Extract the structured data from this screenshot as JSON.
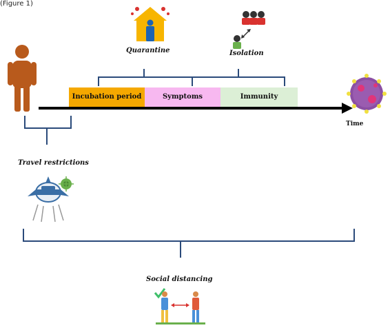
{
  "top_clip": "(Figure 1)",
  "labels": {
    "quarantine": "Quarantine",
    "isolation": "Isolation",
    "time": "Time",
    "travel_restrictions": "Travel restrictions",
    "social_distancing": "Social distancing"
  },
  "phases": [
    {
      "label": "Incubation period",
      "color": "#f5a800"
    },
    {
      "label": "Symptoms",
      "color": "#f7b8f0"
    },
    {
      "label": "Immunity",
      "color": "#dcefd6"
    }
  ],
  "colors": {
    "person": "#b85a1c",
    "house": "#f7b500",
    "house_person": "#1b63b3",
    "bracket": "#2a4a7a",
    "axis": "#000000",
    "virus": "#8b4fa3",
    "virus_spikes": "#f0e040"
  },
  "icons": {
    "traveler": "person-icon",
    "quarantine": "house-icon",
    "isolation": "isolation-people-icon",
    "virus": "virus-icon",
    "airplane": "airplane-icon",
    "social_distancing": "two-people-distance-icon"
  }
}
